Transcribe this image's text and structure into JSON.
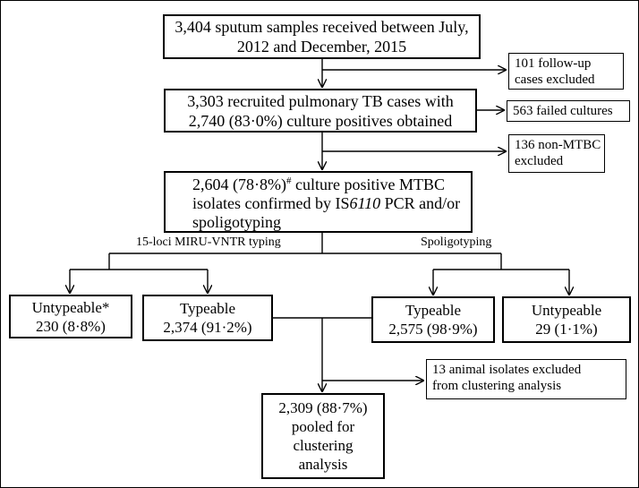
{
  "box1": {
    "lines": [
      "3,404 sputum samples received between July,",
      "2012 and December, 2015"
    ]
  },
  "excl1": {
    "lines": [
      "101 follow-up",
      "cases excluded"
    ]
  },
  "box2": {
    "lines": [
      "3,303 recruited pulmonary TB cases with",
      "2,740 (83·0%) culture positives obtained"
    ]
  },
  "excl2": {
    "lines": [
      "563 failed cultures"
    ]
  },
  "excl3": {
    "lines": [
      "136 non-MTBC",
      "excluded"
    ]
  },
  "box3": {
    "line1_pre": "2,604 (78·8%)",
    "line1_sup": "#",
    "line1_post": " culture positive MTBC",
    "line2_pre": "isolates confirmed by IS",
    "line2_ital": "6110",
    "line2_post": "  PCR and/or",
    "line3": "spoligotyping"
  },
  "branch_left_label": "15-loci MIRU-VNTR typing",
  "branch_right_label": "Spoligotyping",
  "untyp_left": {
    "lines": [
      "Untypeable*",
      "230 (8·8%)"
    ]
  },
  "typ_left": {
    "lines": [
      "Typeable",
      "2,374 (91·2%)"
    ]
  },
  "typ_right": {
    "lines": [
      "Typeable",
      "2,575 (98·9%)"
    ]
  },
  "untyp_right": {
    "lines": [
      "Untypeable",
      "29 (1·1%)"
    ]
  },
  "excl4": {
    "lines": [
      "13 animal isolates  excluded",
      "from clustering analysis"
    ]
  },
  "pooled": {
    "lines": [
      "2,309 (88·7%)",
      "pooled for",
      "clustering",
      "analysis"
    ]
  }
}
